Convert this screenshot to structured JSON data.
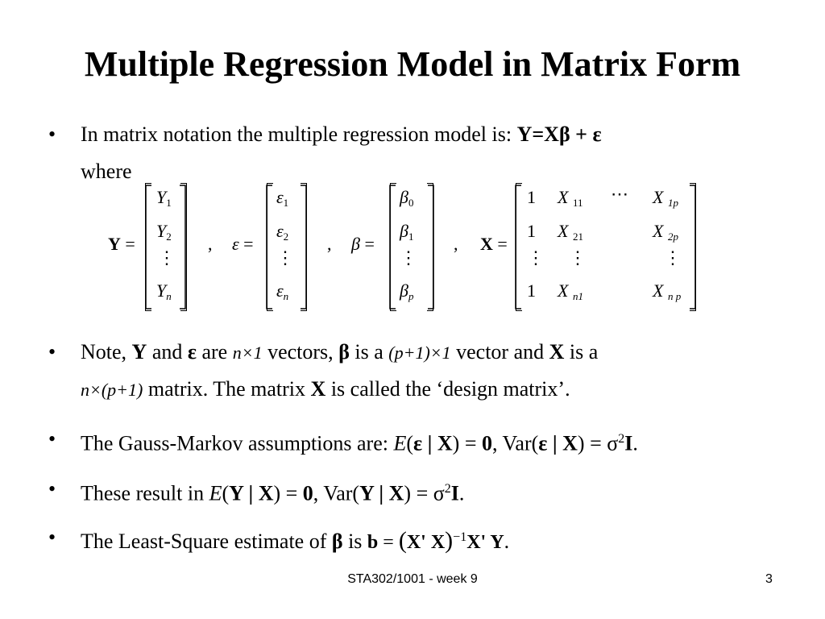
{
  "title": "Multiple Regression Model in Matrix Form",
  "bullet_char": "•",
  "b1": {
    "text": "In matrix notation the multiple regression model is: ",
    "model": "Y=Xβ + ε",
    "where": "where"
  },
  "matrices": {
    "Y": {
      "label": "Y",
      "eq": "=",
      "cells": [
        "Y",
        "1",
        "Y",
        "2",
        "⋮",
        "Y",
        "n"
      ]
    },
    "eps": {
      "label": "ε",
      "eq": "=",
      "cells": [
        "ε",
        "1",
        "ε",
        "2",
        "⋮",
        "ε",
        "n"
      ]
    },
    "beta": {
      "label": "β",
      "eq": "=",
      "cells": [
        "β",
        "0",
        "β",
        "1",
        "⋮",
        "β",
        "p"
      ]
    },
    "X": {
      "label": "X",
      "eq": "=",
      "row1": [
        "1",
        "X",
        "11",
        "⋯",
        "X",
        "1p"
      ],
      "row2": [
        "1",
        "X",
        "21",
        "X",
        "2p"
      ],
      "row3": [
        "⋮",
        "⋮",
        "⋮"
      ],
      "row4": [
        "1",
        "X",
        "n1",
        "X",
        "n p"
      ]
    },
    "comma": ","
  },
  "b2": {
    "p1": "Note, ",
    "Y": "Y",
    "p2": " and ",
    "eps": "ε",
    "p3": " are ",
    "dim1": "n×1",
    "p4": " vectors, ",
    "beta": "β",
    "p5": " is a ",
    "dim2": "(p+1)×1",
    "p6": " vector and ",
    "X": "X",
    "p7": " is a",
    "dim3": "n×(p+1)",
    "p8": " matrix. The matrix ",
    "X2": "X",
    "p9": " is called the ‘design matrix’."
  },
  "b3": {
    "p1": "The Gauss-Markov assumptions are: ",
    "E": "E",
    "p2": "(",
    "eps": "ε",
    "p3": " | ",
    "X": "X",
    "p4": ") = ",
    "zero": "0",
    "p5": ", Var(",
    "eps2": "ε",
    "p6": " | ",
    "X2": "X",
    "p7": ") = σ",
    "sq": "2",
    "I": "I",
    "p8": "."
  },
  "b4": {
    "p1": "These result in ",
    "E": "E",
    "p2": "(",
    "Y": "Y",
    "p3": " | ",
    "X": "X",
    "p4": ") = ",
    "zero": "0",
    "p5": ", Var(",
    "Y2": "Y",
    "p6": " | ",
    "X2": "X",
    "p7": ") = σ",
    "sq": "2",
    "I": "I",
    "p8": "."
  },
  "b5": {
    "p1": "The Least-Square estimate of ",
    "beta": "β",
    "p2": " is ",
    "formula_b": "b",
    "formula_eq": " = ",
    "formula_lp": "(",
    "formula_xt": "X' X",
    "formula_rp": ")",
    "formula_inv": "−1",
    "formula_xty": "X' Y",
    "p3": "."
  },
  "footer": "STA302/1001 - week 9",
  "page_number": "3"
}
